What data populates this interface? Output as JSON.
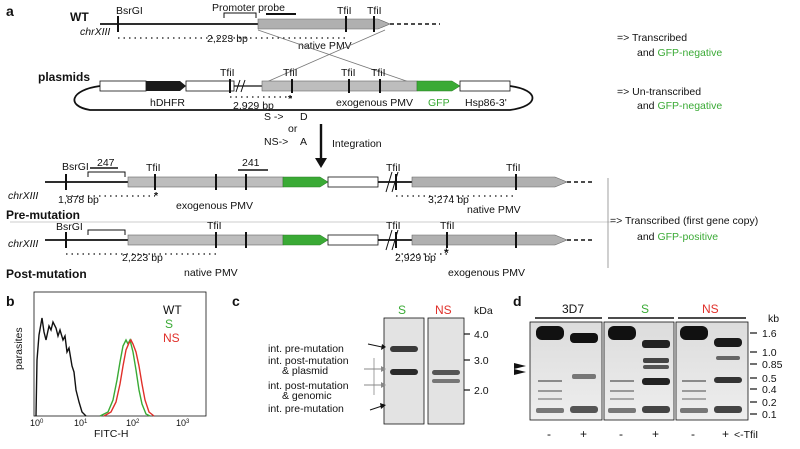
{
  "panels": {
    "a": "a",
    "b": "b",
    "c": "c",
    "d": "d"
  },
  "panel_a": {
    "wt_label": "WT",
    "plasmids_label": "plasmids",
    "pre_label": "Pre-mutation",
    "post_label": "Post-mutation",
    "chr": "chrXIII",
    "bsrgi": "BsrGI",
    "tfil": "TfiI",
    "promoter_probe": "Promoter probe",
    "native_pmv": "native PMV",
    "exogenous_pmv": "exogenous PMV",
    "hdhfr": "hDHFR",
    "gfp": "GFP",
    "hsp": "Hsp86-3'",
    "integration": "Integration",
    "mut1_a": "S ->",
    "mut1_b": "D",
    "or": "or",
    "mut2_a": "NS->",
    "mut2_b": "A",
    "dist_2223": "2,223 bp",
    "dist_2929": "2,929 bp",
    "dist_1878": "1,878 bp",
    "dist_3274": "3,274 bp",
    "probe_247": "247",
    "probe_241": "241",
    "note1_a": "=> Transcribed",
    "note1_b_pre": "and ",
    "note1_b_gfp": "GFP-negative",
    "note2_a": "=> Un-transcribed",
    "note2_b_pre": "and ",
    "note2_b_gfp": "GFP-negative",
    "note3_a": "=> Transcribed (first gene copy)",
    "note3_b_pre": "and ",
    "note3_b_gfp": "GFP-positive"
  },
  "panel_b": {
    "ylabel": "parasites",
    "xlabel": "FITC-H",
    "ticks": [
      "10",
      "10",
      "10",
      "10"
    ],
    "tick_exp": [
      "0",
      "1",
      "2",
      "3"
    ],
    "legend": [
      {
        "label": "WT",
        "color": "#111111"
      },
      {
        "label": "S",
        "color": "#3aaa35"
      },
      {
        "label": "NS",
        "color": "#e0302a"
      }
    ]
  },
  "panel_c": {
    "lane_s": "S",
    "lane_ns": "NS",
    "unit": "kDa",
    "markers": [
      "4.0",
      "3.0",
      "2.0"
    ],
    "labels": [
      "int. pre-mutation",
      "int. post-mutation",
      "& plasmid",
      "int. post-mutation",
      "& genomic",
      "int. pre-mutation"
    ]
  },
  "panel_d": {
    "group_3d7": "3D7",
    "group_s": "S",
    "group_ns": "NS",
    "unit": "kb",
    "markers": [
      "1.6",
      "1.0",
      "0.85",
      "0.5",
      "0.4",
      "0.2",
      "0.1"
    ],
    "lane_signs": [
      "-",
      "+",
      "-",
      "+",
      "-",
      "+"
    ],
    "enzyme": "<-TfiI"
  },
  "colors": {
    "green": "#3aaa35",
    "red": "#e0302a",
    "gray": "#b0b0b0",
    "dark_gray": "#8c8c8c"
  }
}
